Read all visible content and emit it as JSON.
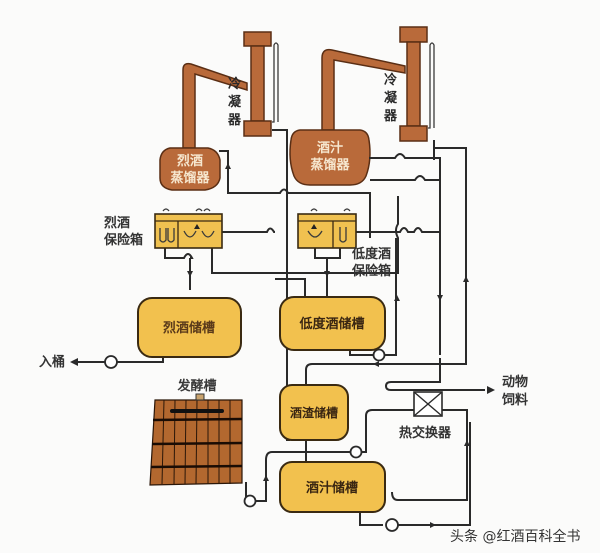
{
  "diagram": {
    "labels": {
      "condenser_1": [
        "冷",
        "凝",
        "器"
      ],
      "condenser_2": [
        "冷",
        "凝",
        "器"
      ],
      "spirit_still": [
        "烈酒",
        "蒸馏器"
      ],
      "wash_still": [
        "酒汁",
        "蒸馏器"
      ],
      "spirit_safe": [
        "烈酒",
        "保险箱"
      ],
      "low_wines_safe": [
        "低度酒",
        "保险箱"
      ],
      "spirit_receiver": "烈酒储槽",
      "low_wines_receiver": "低度酒储槽",
      "to_cask": "入桶",
      "washback": "发酵槽",
      "pot_ale_tank": "酒渣储槽",
      "wash_tank": "酒汁储槽",
      "heat_exchanger": "热交换器",
      "animal_feed": [
        "动物",
        "饲料"
      ]
    },
    "watermark": "头条 @红酒百科全书",
    "colors": {
      "copper": "#b96a3a",
      "tank": "#f2c14e",
      "wood": "#b3682f",
      "pipe": "#2a2a2a"
    }
  }
}
